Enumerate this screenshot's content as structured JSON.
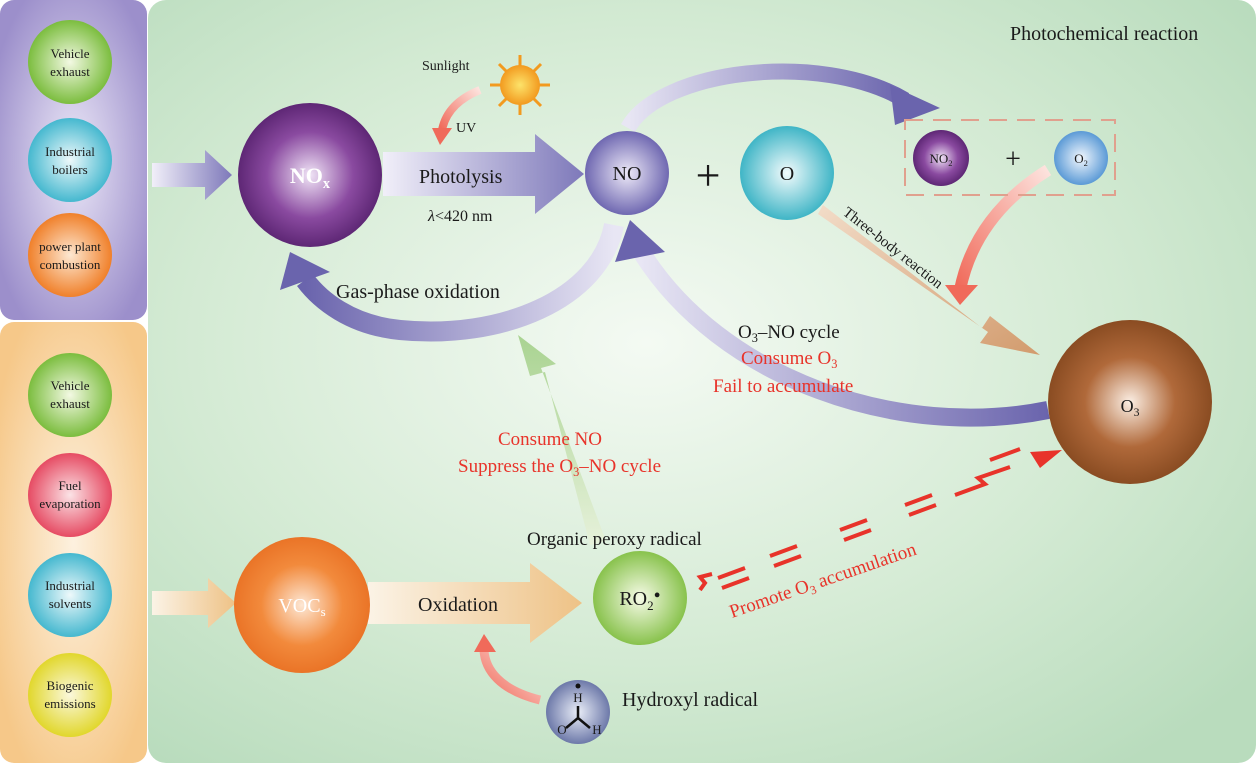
{
  "title": "Photochemical reaction",
  "nox_sources": {
    "items": [
      {
        "line1": "Vehicle",
        "line2": "exhaust"
      },
      {
        "line1": "Industrial",
        "line2": "boilers"
      },
      {
        "line1": "power plant",
        "line2": "combustion"
      }
    ]
  },
  "voc_sources": {
    "items": [
      {
        "line1": "Vehicle",
        "line2": "exhaust"
      },
      {
        "line1": "Fuel",
        "line2": "evaporation"
      },
      {
        "line1": "Industrial",
        "line2": "solvents"
      },
      {
        "line1": "Biogenic",
        "line2": "emissions"
      }
    ]
  },
  "species": {
    "nox": {
      "base": "NO",
      "sub": "x"
    },
    "no": "NO",
    "o": "O",
    "no2": {
      "base": "NO",
      "sub": "2"
    },
    "o2": {
      "base": "O",
      "sub": "2"
    },
    "o3": {
      "base": "O",
      "sub": "3"
    },
    "vocs": {
      "base": "VOC",
      "sub": "s"
    },
    "ro2": {
      "base": "RO",
      "sub": "2",
      "suffix": "•"
    },
    "oh": {
      "h_top": "H",
      "o": "O",
      "h": "H"
    }
  },
  "plus": "+",
  "labels": {
    "sunlight": "Sunlight",
    "uv": "UV",
    "photolysis": "Photolysis",
    "wavelength": {
      "lambda": "λ",
      "rest": "<420 nm"
    },
    "gas_phase_oxidation": "Gas-phase oxidation",
    "three_body": "Three-body reaction",
    "cycle": {
      "a": "O",
      "sub": "3",
      "b": "–NO cycle"
    },
    "consume_o3": {
      "a": "Consume O",
      "sub": "3"
    },
    "fail": "Fail to accumulate",
    "consume_no": "Consume NO",
    "suppress": {
      "a": "Suppress the O",
      "sub": "3",
      "b": "–NO cycle"
    },
    "organic_peroxy": "Organic peroxy radical",
    "oxidation": "Oxidation",
    "hydroxyl": "Hydroxyl radical",
    "promote": {
      "a": "Promote O",
      "sub": "3",
      "b": " accumulation"
    }
  },
  "colors": {
    "accent_red": "#e8332a",
    "panel_green": "#c4e2c6",
    "nox_panel": "#a89cd0",
    "voc_panel": "#f7cf9a"
  }
}
